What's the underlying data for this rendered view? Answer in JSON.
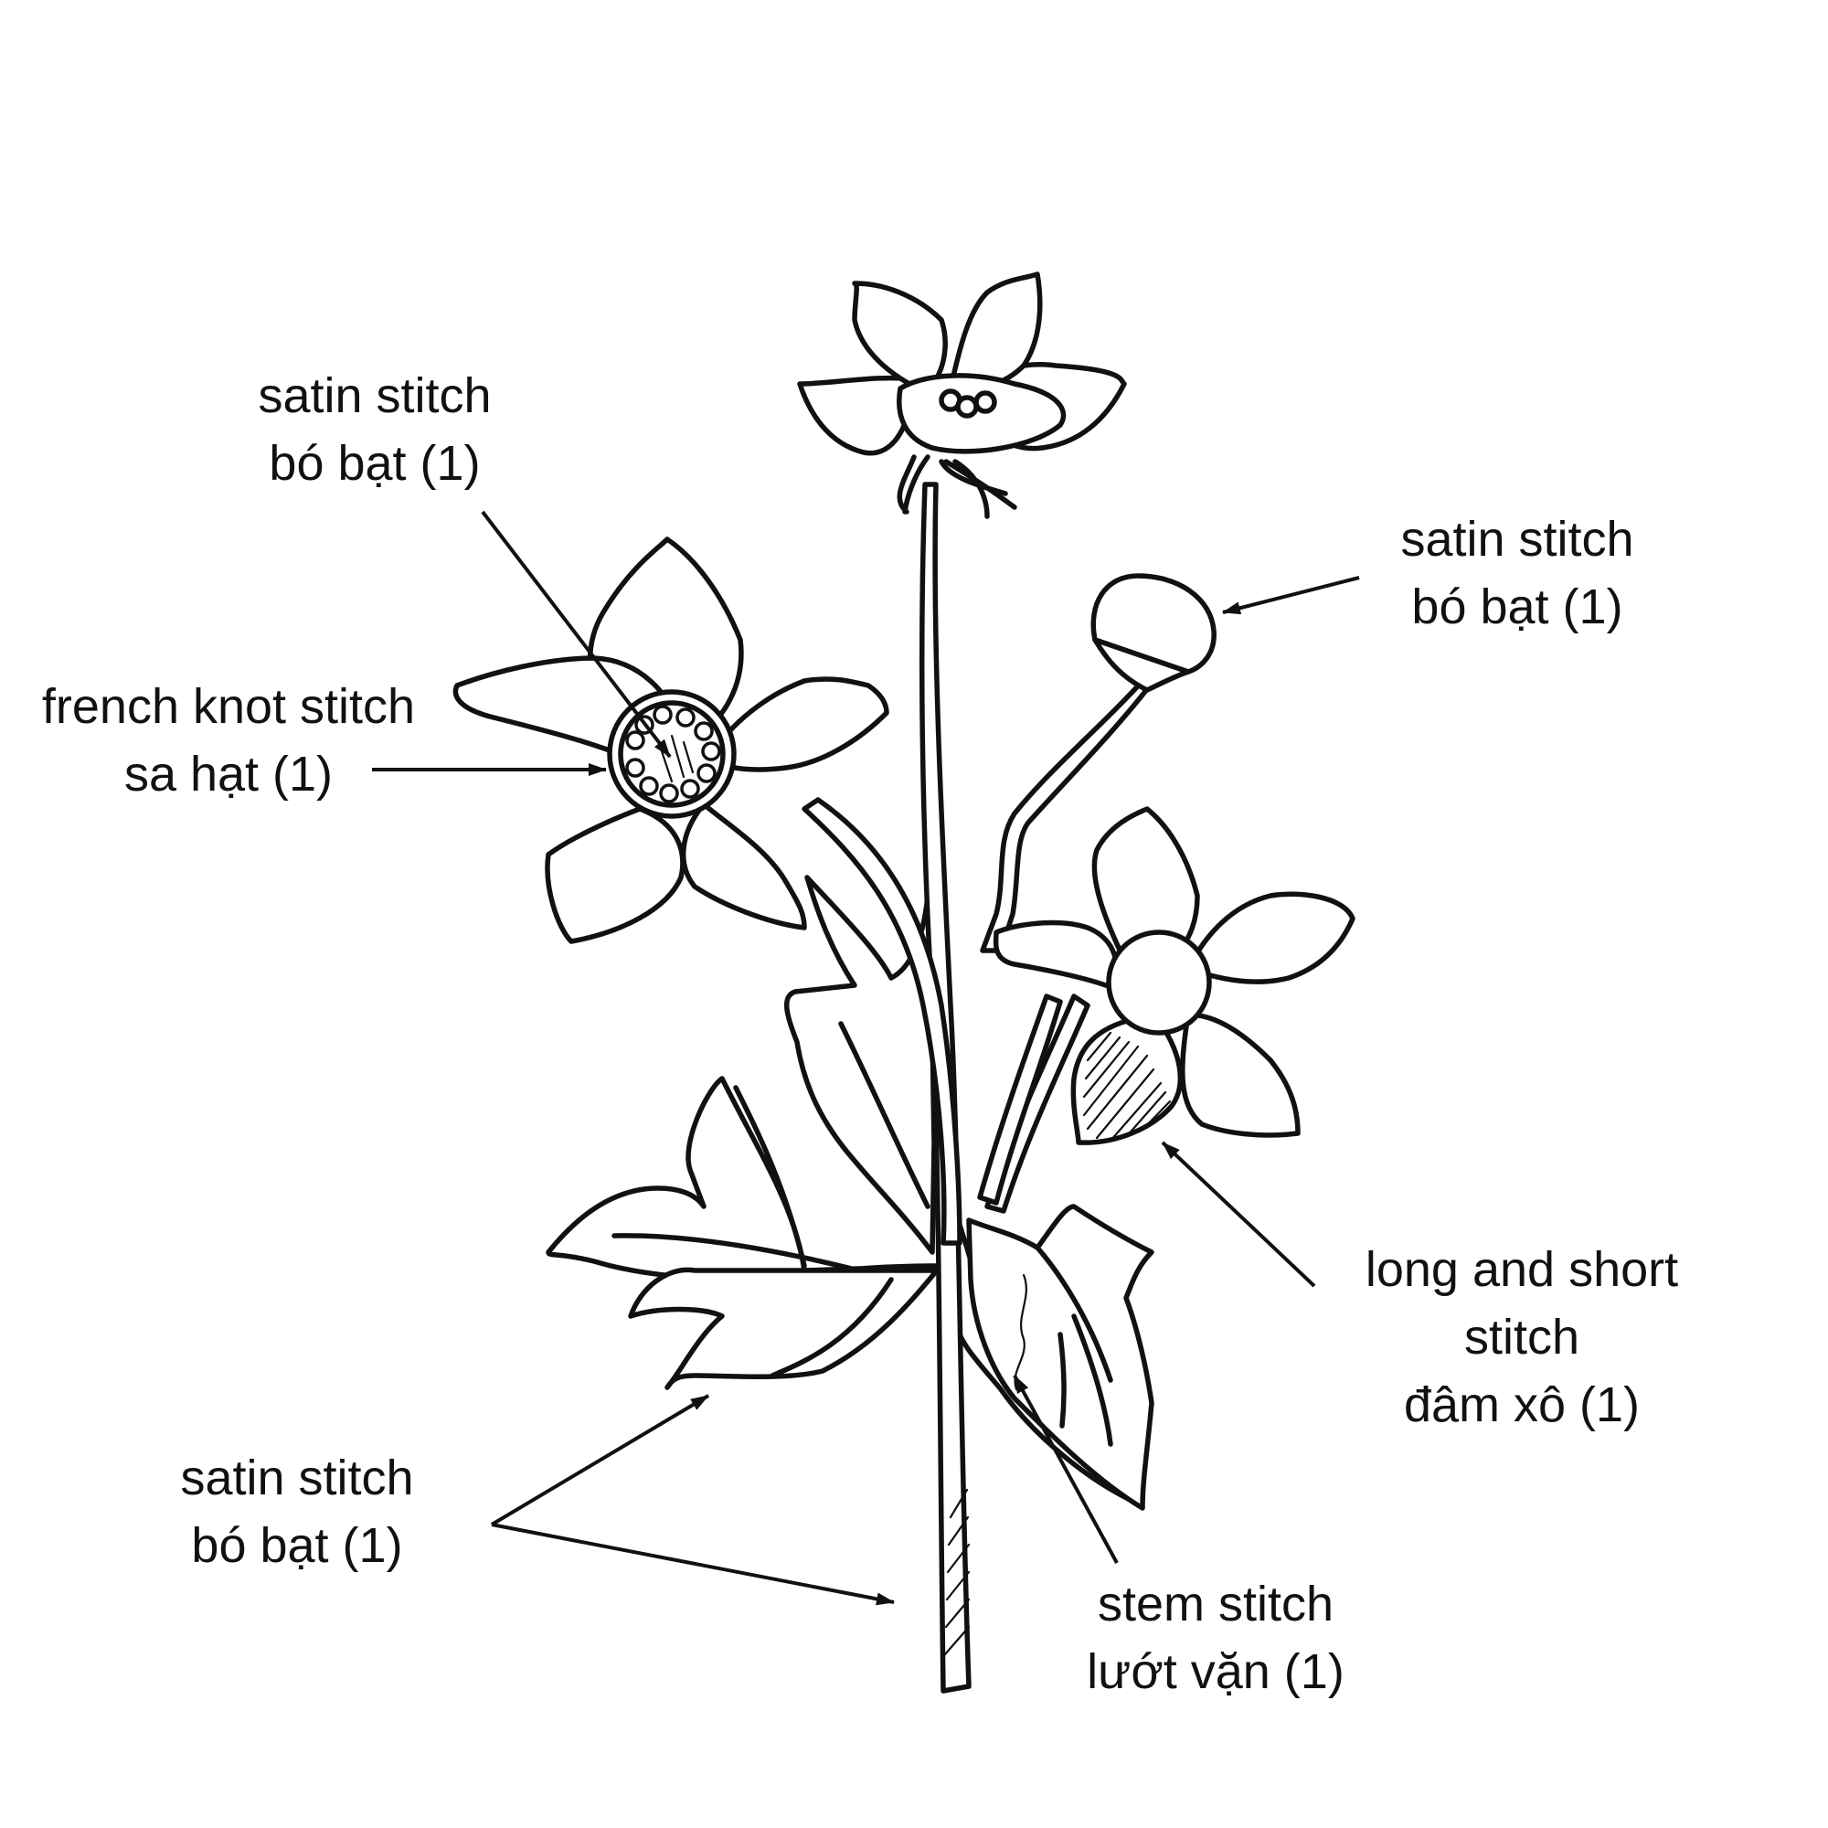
{
  "labels": {
    "top_left": {
      "line1": "satin stitch",
      "line2": "bó bạt (1)"
    },
    "top_right": {
      "line1": "satin stitch",
      "line2": "bó bạt (1)"
    },
    "french_knot": {
      "line1": "french knot stitch",
      "line2": "sa hạt (1)"
    },
    "long_short": {
      "line1": "long and short",
      "line2": "stitch",
      "line3": "đâm xô (1)"
    },
    "bottom_left": {
      "line1": "satin stitch",
      "line2": "bó bạt (1)"
    },
    "stem": {
      "line1": "stem stitch",
      "line2": "lướt vặn (1)"
    }
  },
  "colors": {
    "ink": "#111111",
    "paper": "#ffffff"
  }
}
